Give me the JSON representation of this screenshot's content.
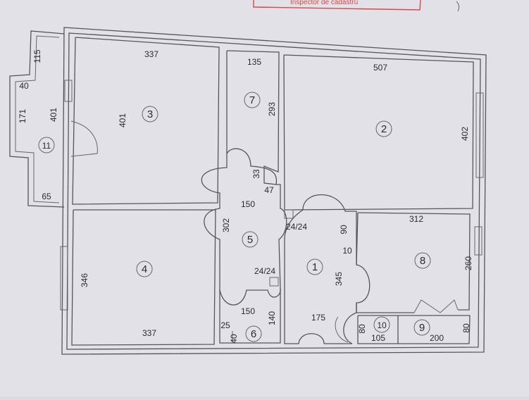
{
  "stamp": {
    "text": "Inspector de cadastru"
  },
  "rooms": [
    {
      "id": "room-1",
      "number": "1"
    },
    {
      "id": "room-2",
      "number": "2"
    },
    {
      "id": "room-3",
      "number": "3"
    },
    {
      "id": "room-4",
      "number": "4"
    },
    {
      "id": "room-5",
      "number": "5"
    },
    {
      "id": "room-6",
      "number": "6"
    },
    {
      "id": "room-7",
      "number": "7"
    },
    {
      "id": "room-8",
      "number": "8"
    },
    {
      "id": "room-9",
      "number": "9"
    },
    {
      "id": "room-10",
      "number": "10"
    },
    {
      "id": "room-11",
      "number": "11"
    }
  ],
  "dimensions": {
    "d115": "115",
    "d40a": "40",
    "d171": "171",
    "d401a": "401",
    "d65": "65",
    "d337a": "337",
    "d401b": "401",
    "d135": "135",
    "d293": "293",
    "d507": "507",
    "d402": "402",
    "d33": "33",
    "d47": "47",
    "d150a": "150",
    "d302": "302",
    "d24a": "24/24",
    "d24b": "24/24",
    "d150b": "150",
    "d90": "90",
    "d10": "10",
    "d345": "345",
    "d175": "175",
    "d312": "312",
    "d260": "260",
    "d346": "346",
    "d337b": "337",
    "d140": "140",
    "d25": "25",
    "d40b": "40",
    "d80a": "80",
    "d105": "105",
    "d200": "200",
    "d80b": "80"
  }
}
